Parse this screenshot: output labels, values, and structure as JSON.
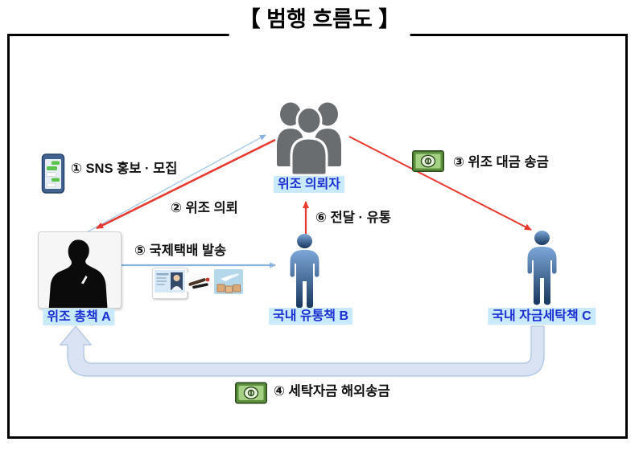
{
  "title": "【 범행 흐름도 】",
  "nodes": {
    "requester": {
      "label": "위조 의뢰자"
    },
    "mastermind": {
      "label": "위조 총책 A"
    },
    "distributor": {
      "label": "국내 유통책 B"
    },
    "launderer": {
      "label": "국내 자금세탁책 C"
    }
  },
  "flows": [
    {
      "num": "①",
      "label": "① SNS 홍보 · 모집",
      "from": "위조 총책 A",
      "to": "위조 의뢰자",
      "arrow": "thin-light-blue"
    },
    {
      "num": "②",
      "label": "② 위조 의뢰",
      "from": "위조 의뢰자",
      "to": "위조 총책 A",
      "arrow": "red"
    },
    {
      "num": "③",
      "label": "③ 위조 대금 송금",
      "from": "위조 의뢰자",
      "to": "국내 자금세탁책 C",
      "arrow": "red"
    },
    {
      "num": "④",
      "label": "④ 세탁자금 해외송금",
      "from": "국내 자금세탁책 C",
      "to": "위조 총책 A",
      "arrow": "thick-pale-blue-band"
    },
    {
      "num": "⑤",
      "label": "⑤ 국제택배 발송",
      "from": "위조 총책 A",
      "to": "국내 유통책 B",
      "arrow": "light-blue"
    },
    {
      "num": "⑥",
      "label": "⑥ 전달 · 유통",
      "from": "국내 유통책 B",
      "to": "위조 의뢰자",
      "arrow": "red"
    }
  ],
  "icons": {
    "smartphone": "sns-chat-smartphone-icon",
    "banknote_top": "green-banknote-icon",
    "banknote_bottom": "green-banknote-icon",
    "parcel_photos": [
      "id-card-photo",
      "forged-items-photo",
      "air-parcel-photo"
    ],
    "requester_icon": "people-group-icon",
    "mastermind_icon": "man-silhouette-photo",
    "person_icon": "standing-person-icon"
  },
  "colors": {
    "red_arrow": "#e8392f",
    "light_blue_arrow": "#8ab4dd",
    "thin_blue_arrow": "#a8cbe8",
    "band_fill": "#dae3f3",
    "band_stroke": "#b6c9e4",
    "node_label_text": "#1a2fd0",
    "node_label_bg": "#c9e9fd",
    "group_gray": "#6a6d6f",
    "person_blue_top": "#7da7d8",
    "person_blue_bottom": "#17375e",
    "frame_border": "#000000"
  }
}
